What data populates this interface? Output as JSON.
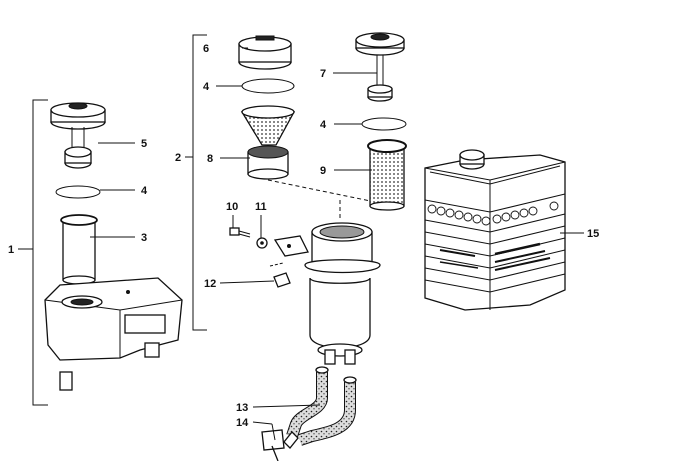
{
  "callouts": [
    "1",
    "2",
    "3",
    "4",
    "5",
    "6",
    "7",
    "8",
    "9",
    "10",
    "11",
    "12",
    "13",
    "14",
    "15"
  ],
  "colors": {
    "ink": "#111111",
    "paper": "#ffffff",
    "shade": "#c8c8c8"
  }
}
